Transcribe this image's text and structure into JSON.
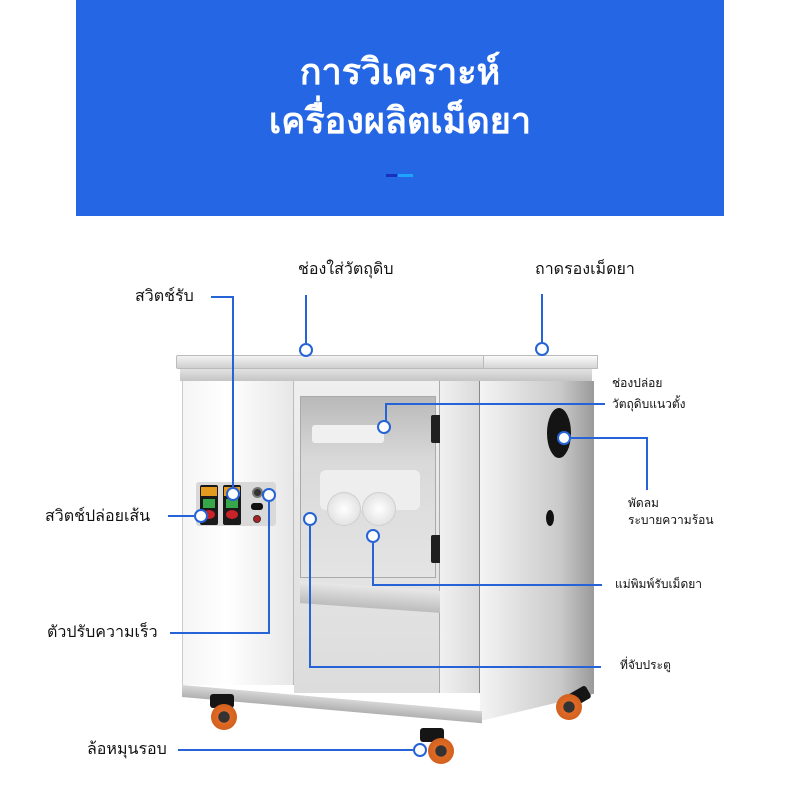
{
  "banner": {
    "title_line1": "การวิเคราะห์",
    "title_line2": "เครื่องผลิตเม็ดยา",
    "background_color": "#2566e4",
    "accent_colors": [
      "#1a2fbf",
      "#1ea4ff"
    ]
  },
  "callouts": {
    "raw_material_inlet": "ช่องใส่วัตถุดิบ",
    "pill_tray": "ถาดรองเม็ดยา",
    "receive_switch": "สวิตช์รับ",
    "vertical_release_line1": "ช่องปล่อย",
    "vertical_release_line2": "วัตถุดิบแนวตั้ง",
    "fan_line1": "พัดลม",
    "fan_line2": "ระบายความร้อน",
    "strand_release_switch": "สวิตช์ปล่อยเส้น",
    "pill_mold": "แม่พิมพ์รับเม็ดยา",
    "speed_adjuster": "ตัวปรับความเร็ว",
    "door_handle": "ที่จับประตู",
    "caster_wheel": "ล้อหมุนรอบ"
  },
  "line_color": "#2563d6"
}
